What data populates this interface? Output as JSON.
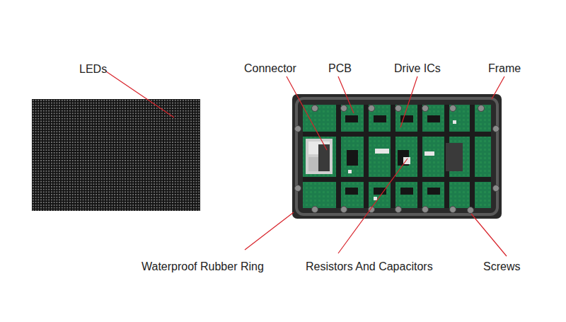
{
  "diagram": {
    "labels": [
      "LEDs",
      "Connector",
      "PCB",
      "Drive ICs",
      "Frame",
      "Waterproof Rubber Ring",
      "Resistors And Capacitors",
      "Screws"
    ]
  }
}
